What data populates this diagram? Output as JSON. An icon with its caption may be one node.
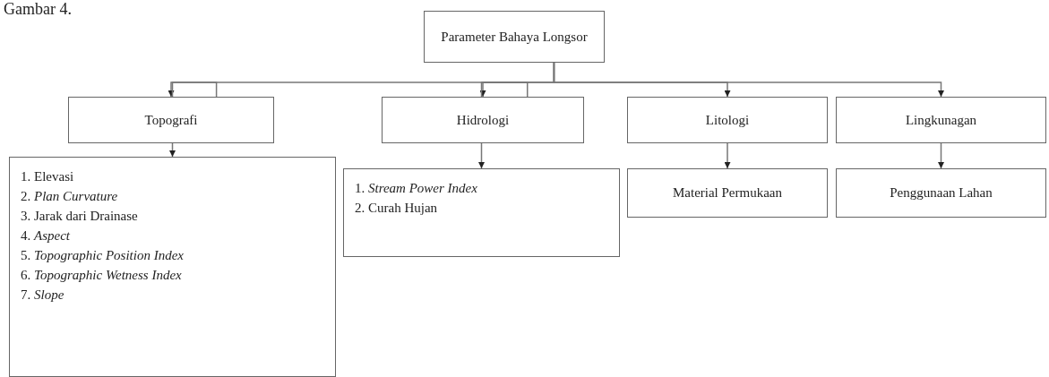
{
  "diagram": {
    "nodes": [
      {
        "text": [
          "Parameter Bahaya Longsor"
        ]
      },
      {
        "text": [
          "Topografi"
        ]
      },
      {
        "text": [
          "Hidrologi"
        ]
      },
      {
        "text": [
          "Litologi"
        ]
      },
      {
        "text": [
          "Lingkunagan"
        ]
      },
      {
        "text": [
          "1. Elevasi",
          "2. *Plan Curvature*",
          "3. Jarak dari Drainase",
          "4. *Aspect*",
          "5. *Topographic Position Index*",
          "6. *Topographic Wetness Index*",
          "7. *Slope*"
        ]
      },
      {
        "text": [
          "1. *Stream Power Index*",
          "2. Curah Hujan"
        ]
      },
      {
        "text": [
          "Material Permukaan"
        ]
      },
      {
        "text": [
          "Penggunaan Lahan"
        ]
      }
    ],
    "edges": [
      {
        "from": 0,
        "to": 1,
        "arrow": "to"
      },
      {
        "from": 0,
        "to": 2,
        "arrow": "to"
      },
      {
        "from": 0,
        "to": 3,
        "arrow": "to"
      },
      {
        "from": 0,
        "to": 4,
        "arrow": "to"
      },
      {
        "from": 1,
        "to": 5,
        "arrow": "to"
      },
      {
        "from": 2,
        "to": 6,
        "arrow": "to"
      },
      {
        "from": 3,
        "to": 7,
        "arrow": "to"
      },
      {
        "from": 4,
        "to": 8,
        "arrow": "to"
      }
    ],
    "labels": [
      "Gambar 4."
    ]
  }
}
